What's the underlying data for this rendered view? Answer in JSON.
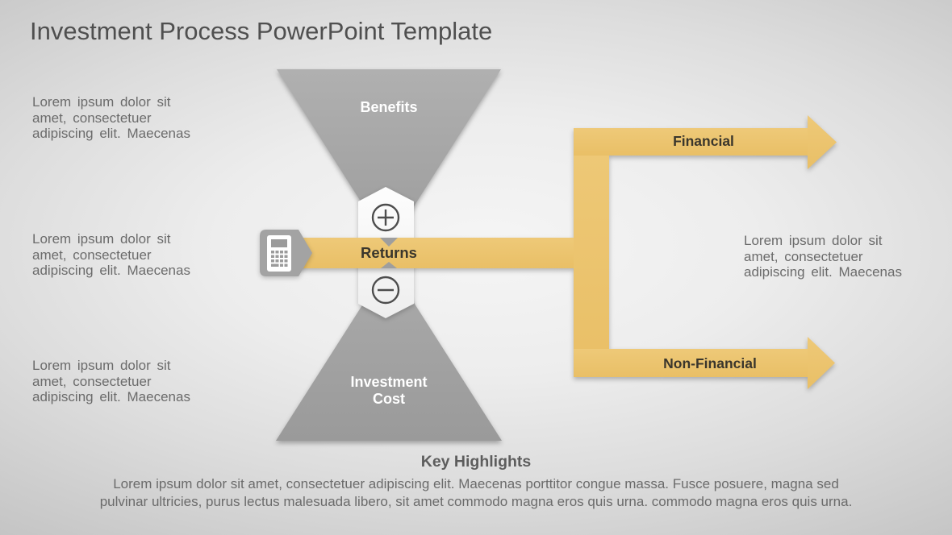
{
  "slide": {
    "title": "Investment Process PowerPoint Template",
    "funnel": {
      "top_label": "Benefits",
      "bottom_label": "Investment\nCost",
      "center_label": "Returns"
    },
    "arrows": {
      "top_label": "Financial",
      "bottom_label": "Non-Financial"
    },
    "icons": {
      "plus": "plus-circle-icon",
      "minus": "minus-circle-icon",
      "calculator": "calculator-icon"
    },
    "placeholders": {
      "left_top": "Lorem ipsum dolor sit\namet, consectetuer\nadipiscing elit. Maecenas",
      "left_middle": "Lorem ipsum dolor sit\namet, consectetuer\nadipiscing elit. Maecenas",
      "left_bottom": "Lorem ipsum dolor sit\namet, consectetuer\nadipiscing elit. Maecenas",
      "right": "Lorem ipsum dolor sit\namet, consectetuer\nadipiscing elit. Maecenas"
    },
    "footer": {
      "heading": "Key Highlights",
      "body": "Lorem ipsum dolor sit amet, consectetuer adipiscing elit. Maecenas porttitor congue massa. Fusce posuere, magna sed\npulvinar ultricies, purus lectus malesuada libero, sit amet commodo magna eros quis urna. commodo magna eros quis urna."
    },
    "colors": {
      "accent_yellow": "#ecc46f",
      "shape_gray": "#a4a4a4",
      "label_dark": "#3a362c",
      "body_text_gray": "#6b6b6b",
      "title_gray": "#4f4f4f"
    }
  }
}
